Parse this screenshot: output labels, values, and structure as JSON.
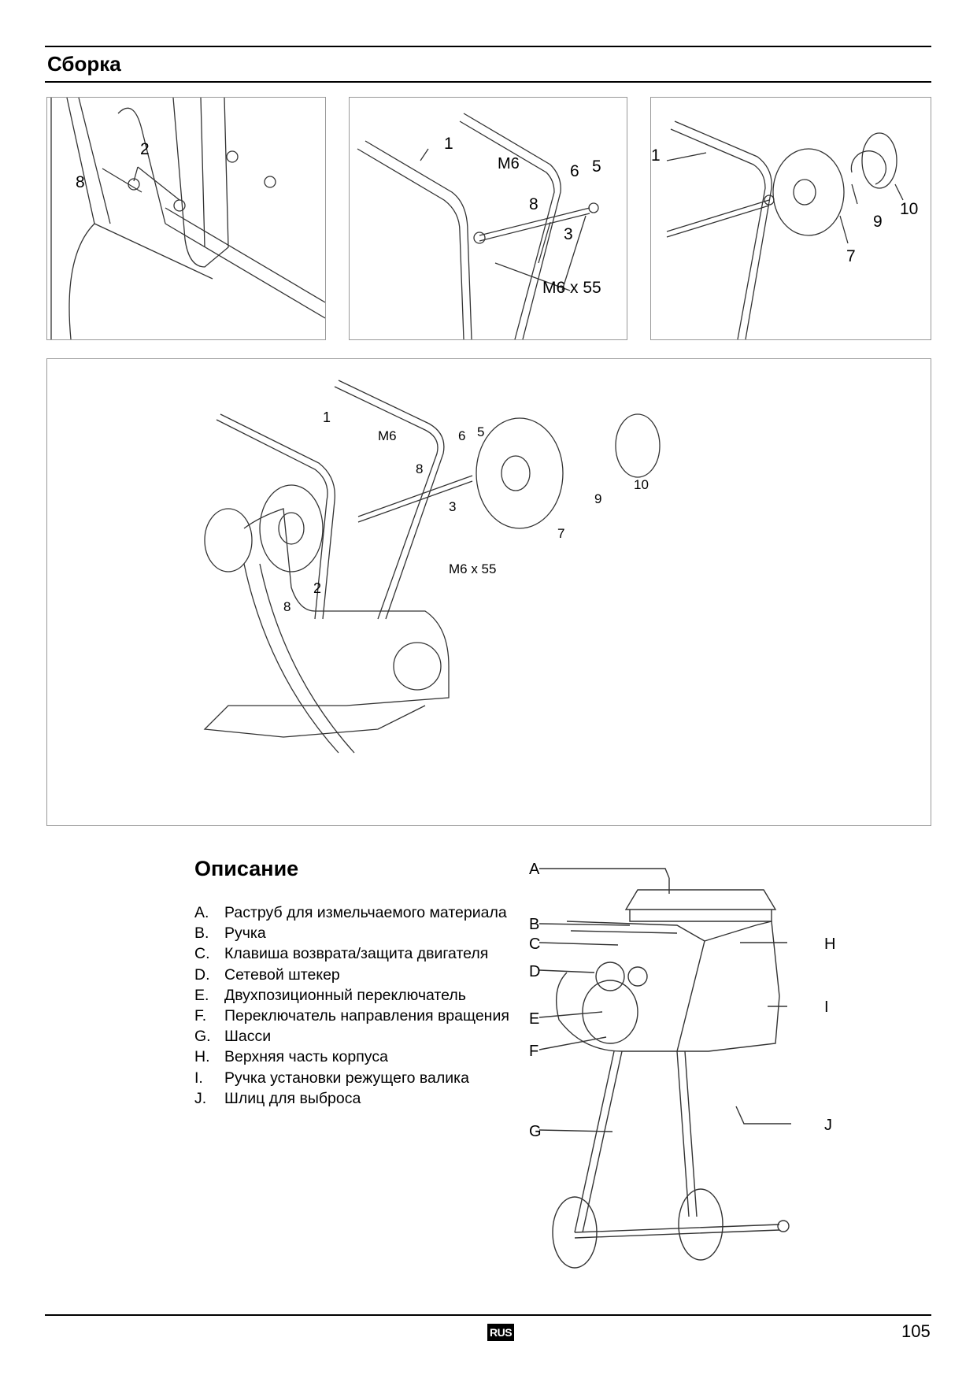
{
  "header": {
    "title": "Сборка"
  },
  "panel1": {
    "labels": [
      "2",
      "8"
    ]
  },
  "panel2": {
    "labels": [
      "1",
      "M6",
      "6",
      "5",
      "8",
      "3",
      "M6 x 55"
    ]
  },
  "panel3": {
    "labels": [
      "1",
      "9",
      "10",
      "7"
    ]
  },
  "panel4": {
    "labels": [
      "1",
      "M6",
      "6",
      "5",
      "8",
      "3",
      "10",
      "9",
      "7",
      "M6 x 55",
      "2",
      "8"
    ]
  },
  "description": {
    "title": "Описание",
    "items": [
      {
        "key": "A.",
        "text": "Раструб для измельчаемого материала"
      },
      {
        "key": "B.",
        "text": "Ручка"
      },
      {
        "key": "C.",
        "text": "Клавиша возврата/защита двигателя"
      },
      {
        "key": "D.",
        "text": "Сетевой штекер"
      },
      {
        "key": "E.",
        "text": "Двухпозиционный переключатель"
      },
      {
        "key": "F.",
        "text": "Переключатель направления вращения"
      },
      {
        "key": "G.",
        "text": "Шасси"
      },
      {
        "key": "H.",
        "text": "Верхняя часть корпуса"
      },
      {
        "key": "I.",
        "text": "Ручка установки режущего валика"
      },
      {
        "key": "J.",
        "text": "Шлиц для выброса"
      }
    ],
    "diagram_labels": [
      "A",
      "B",
      "C",
      "D",
      "E",
      "F",
      "G",
      "H",
      "I",
      "J"
    ]
  },
  "footer": {
    "language": "RUS",
    "page_number": "105"
  }
}
